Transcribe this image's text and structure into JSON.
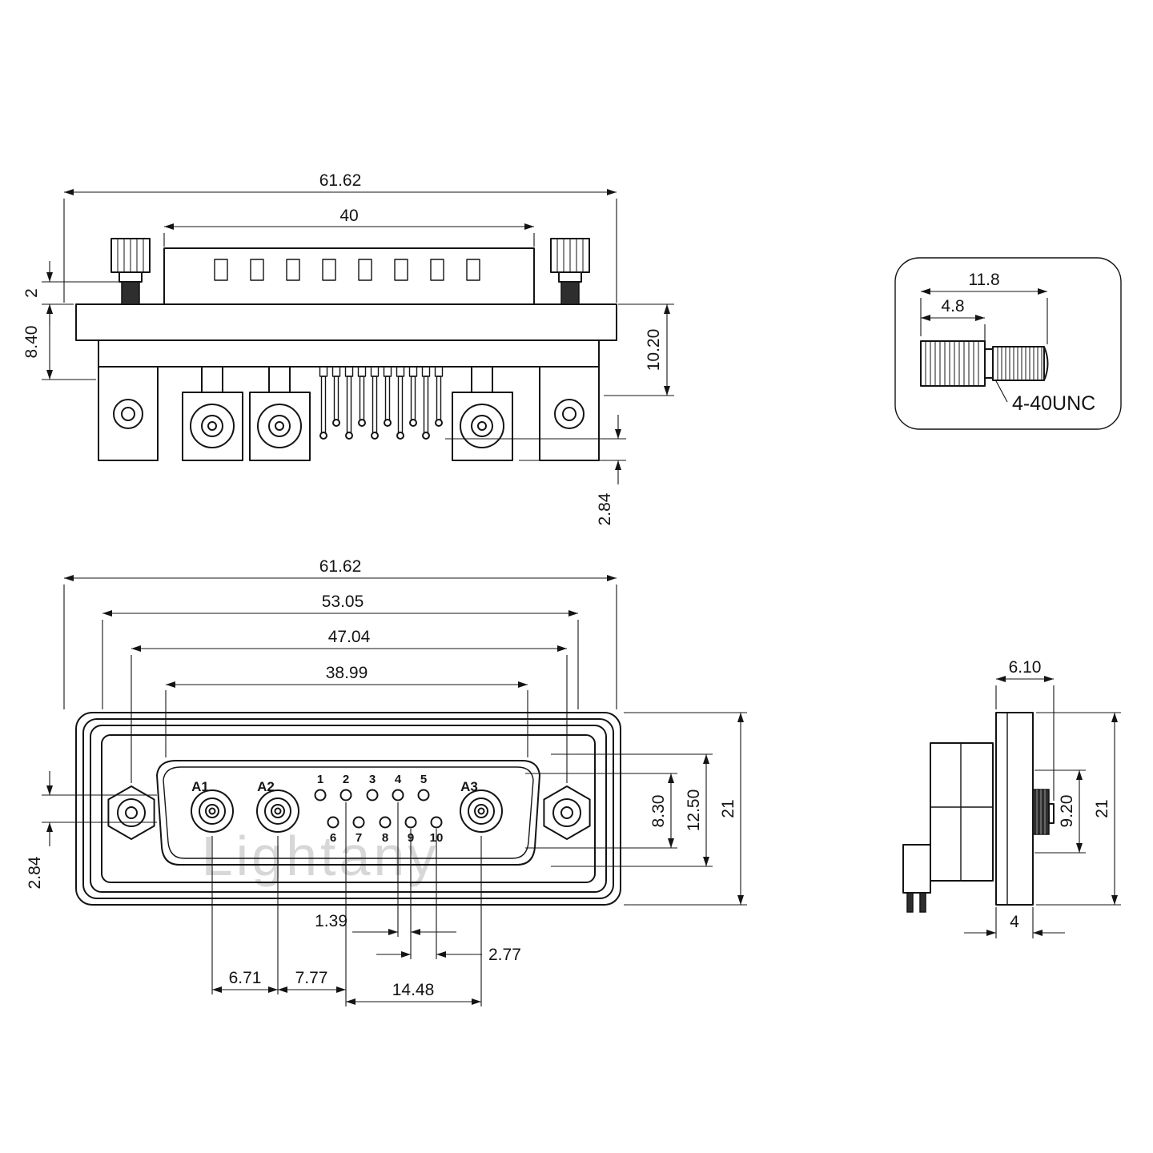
{
  "watermark": "Lightany",
  "top_view": {
    "dim_overall": "61.62",
    "dim_insert": "40",
    "dim_lip": "2",
    "dim_body_height": "8.40",
    "dim_depth": "10.20",
    "dim_pin_offset": "2.84"
  },
  "screw_detail": {
    "dim_length": "11.8",
    "dim_head": "4.8",
    "thread_label": "4-40UNC"
  },
  "front_view": {
    "dim_overall": "61.62",
    "dim_w2": "53.05",
    "dim_w3": "47.04",
    "dim_w4": "38.99",
    "dim_row_gap": "2.84",
    "dim_h1": "8.30",
    "dim_h2": "12.50",
    "dim_height": "21",
    "dim_half_pitch": "1.39",
    "dim_pitch": "2.77",
    "dim_a1_a2": "6.71",
    "dim_a2_pin": "7.77",
    "dim_pin_a3": "14.48",
    "labels": {
      "a1": "A1",
      "a2": "A2",
      "a3": "A3",
      "row1": [
        "1",
        "2",
        "3",
        "4",
        "5"
      ],
      "row2": [
        "6",
        "7",
        "8",
        "9",
        "10"
      ]
    }
  },
  "side_view": {
    "dim_protrusion": "6.10",
    "dim_screw_height": "9.20",
    "dim_height": "21",
    "dim_flange": "4"
  }
}
